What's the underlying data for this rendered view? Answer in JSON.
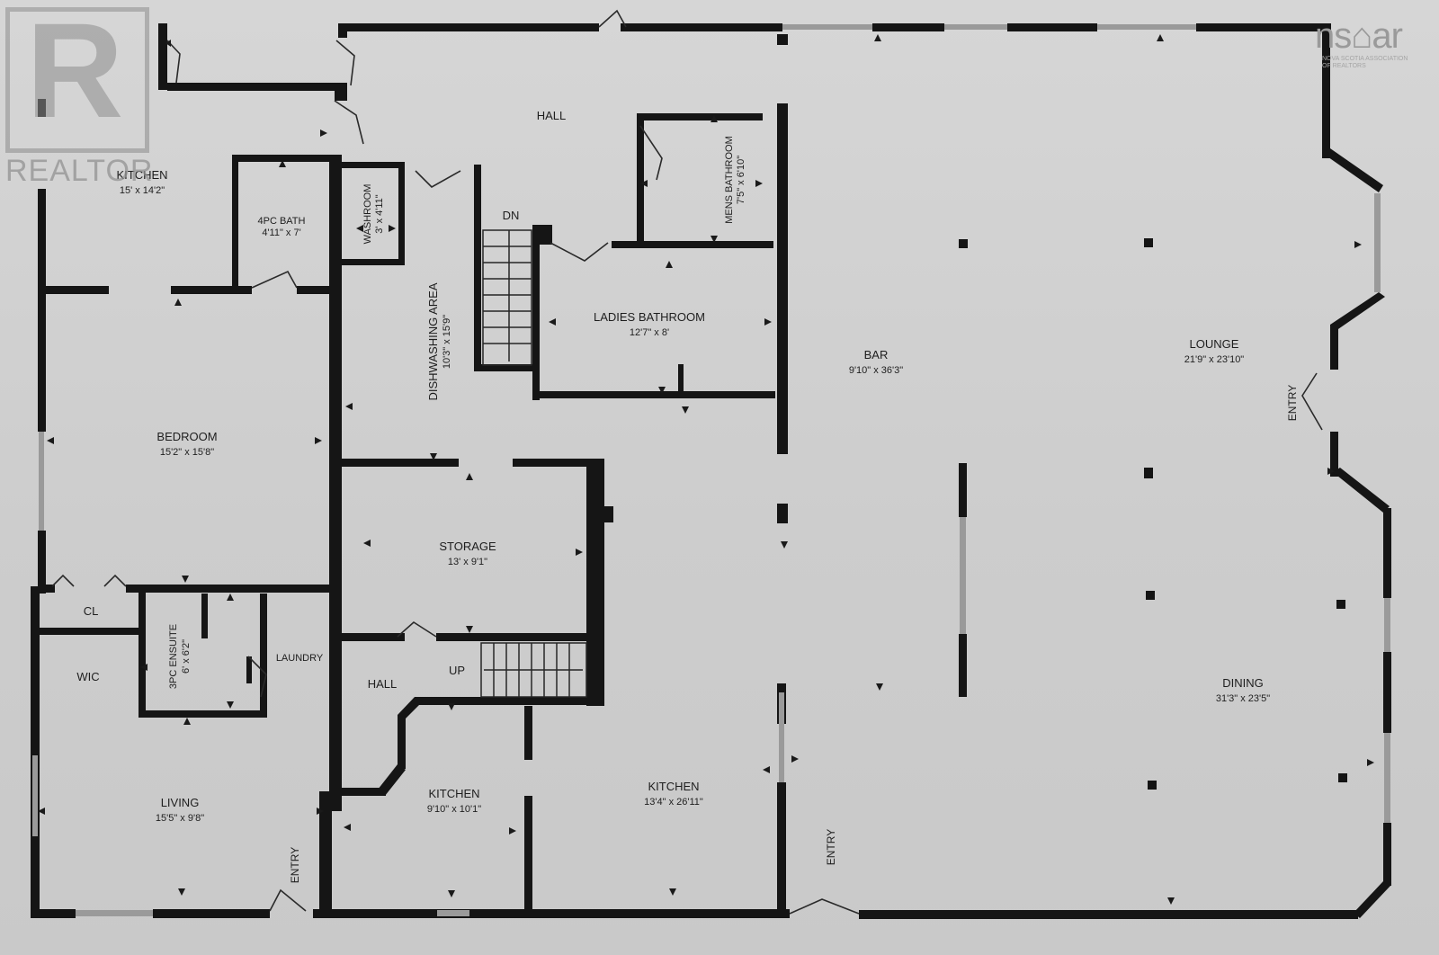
{
  "logos": {
    "realtor_mark": "R",
    "realtor_word": "REALTOR",
    "nsar": "ns⌂ar",
    "nsar_sub": "NOVA SCOTIA ASSOCIATION OF REALTORS"
  },
  "rooms": {
    "kitchen_top": {
      "name": "KITCHEN",
      "dim": "15' x 14'2\""
    },
    "hall_top": {
      "name": "HALL"
    },
    "washroom": {
      "name": "WASHROOM",
      "dim": "3' x 4'11\""
    },
    "bath_4pc": {
      "name": "4PC BATH",
      "dim": "4'11\" x 7'"
    },
    "dn": {
      "name": "DN"
    },
    "mens_bath": {
      "name": "MENS BATHROOM",
      "dim": "7'5\" x 6'10\""
    },
    "ladies_bath": {
      "name": "LADIES BATHROOM",
      "dim": "12'7\" x 8'"
    },
    "dishwashing": {
      "name": "DISHWASHING AREA",
      "dim": "10'3\" x 15'9\""
    },
    "bar": {
      "name": "BAR",
      "dim": "9'10\" x 36'3\""
    },
    "lounge": {
      "name": "LOUNGE",
      "dim": "21'9\" x 23'10\""
    },
    "entry_right": {
      "name": "ENTRY"
    },
    "bedroom": {
      "name": "BEDROOM",
      "dim": "15'2\" x 15'8\""
    },
    "storage": {
      "name": "STORAGE",
      "dim": "13' x 9'1\""
    },
    "cl": {
      "name": "CL"
    },
    "ensuite": {
      "name": "3PC ENSUITE",
      "dim": "6' x 6'2\""
    },
    "laundry": {
      "name": "LAUNDRY"
    },
    "wic": {
      "name": "WIC"
    },
    "hall_bottom": {
      "name": "HALL"
    },
    "up": {
      "name": "UP"
    },
    "dining": {
      "name": "DINING",
      "dim": "31'3\" x 23'5\""
    },
    "living": {
      "name": "LIVING",
      "dim": "15'5\" x 9'8\""
    },
    "entry_living": {
      "name": "ENTRY"
    },
    "kitchen_small": {
      "name": "KITCHEN",
      "dim": "9'10\" x 10'1\""
    },
    "kitchen_large": {
      "name": "KITCHEN",
      "dim": "13'4\" x 26'11\""
    },
    "entry_bottom": {
      "name": "ENTRY"
    }
  }
}
